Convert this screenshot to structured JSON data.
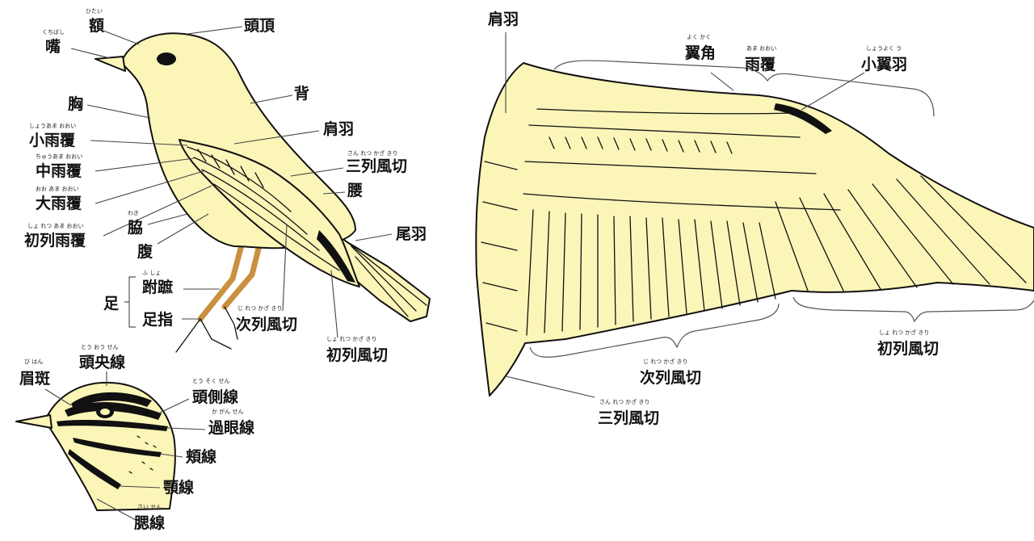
{
  "colors": {
    "body": "#fbf5b8",
    "ink": "#111111",
    "leg": "#c9913f",
    "background": "#ffffff"
  },
  "bird_side": {
    "forehead": {
      "text": "額",
      "ruby": "ひたい"
    },
    "crown": {
      "text": "頭頂",
      "ruby": ""
    },
    "bill": {
      "text": "嘴",
      "ruby": "くちばし"
    },
    "back": {
      "text": "背",
      "ruby": ""
    },
    "breast": {
      "text": "胸",
      "ruby": ""
    },
    "scapulars": {
      "text": "肩羽",
      "ruby": ""
    },
    "lesser_coverts": {
      "text": "小雨覆",
      "ruby": "しょうあま おおい"
    },
    "tertials": {
      "text": "三列風切",
      "ruby": "さん れつ かざ きり"
    },
    "median_coverts": {
      "text": "中雨覆",
      "ruby": "ちゅうあま おおい"
    },
    "rump": {
      "text": "腰",
      "ruby": ""
    },
    "greater_coverts": {
      "text": "大雨覆",
      "ruby": "おお あま おおい"
    },
    "flank": {
      "text": "脇",
      "ruby": "わき"
    },
    "tail": {
      "text": "尾羽",
      "ruby": ""
    },
    "primary_coverts": {
      "text": "初列雨覆",
      "ruby": "しょ れつ あま おおい"
    },
    "belly": {
      "text": "腹",
      "ruby": ""
    },
    "leg_group": {
      "text": "足",
      "ruby": ""
    },
    "tarsus": {
      "text": "跗蹠",
      "ruby": "ふ しょ"
    },
    "toes": {
      "text": "足指",
      "ruby": ""
    },
    "secondaries": {
      "text": "次列風切",
      "ruby": "じ れつ かざ きり"
    },
    "primaries": {
      "text": "初列風切",
      "ruby": "しょ れつ かざ きり"
    }
  },
  "head": {
    "median_crown_stripe": {
      "text": "頭央線",
      "ruby": "とう おう せん"
    },
    "eyebrow": {
      "text": "眉斑",
      "ruby": "び はん"
    },
    "lateral_crown_stripe": {
      "text": "頭側線",
      "ruby": "とう そく せん"
    },
    "eye_stripe": {
      "text": "過眼線",
      "ruby": "か がん せん"
    },
    "cheek_stripe": {
      "text": "頬線",
      "ruby": ""
    },
    "malar_stripe": {
      "text": "顎線",
      "ruby": ""
    },
    "throat_stripe": {
      "text": "腮線",
      "ruby": "さい せん"
    }
  },
  "wing": {
    "scapulars": {
      "text": "肩羽",
      "ruby": ""
    },
    "bend": {
      "text": "翼角",
      "ruby": "よく かく"
    },
    "coverts": {
      "text": "雨覆",
      "ruby": "あま おおい"
    },
    "alula": {
      "text": "小翼羽",
      "ruby": "しょうよく う"
    },
    "primaries": {
      "text": "初列風切",
      "ruby": "しょ れつ かざ きり"
    },
    "secondaries": {
      "text": "次列風切",
      "ruby": "じ れつ かざ きり"
    },
    "tertials": {
      "text": "三列風切",
      "ruby": "さん れつ かざ きり"
    }
  }
}
